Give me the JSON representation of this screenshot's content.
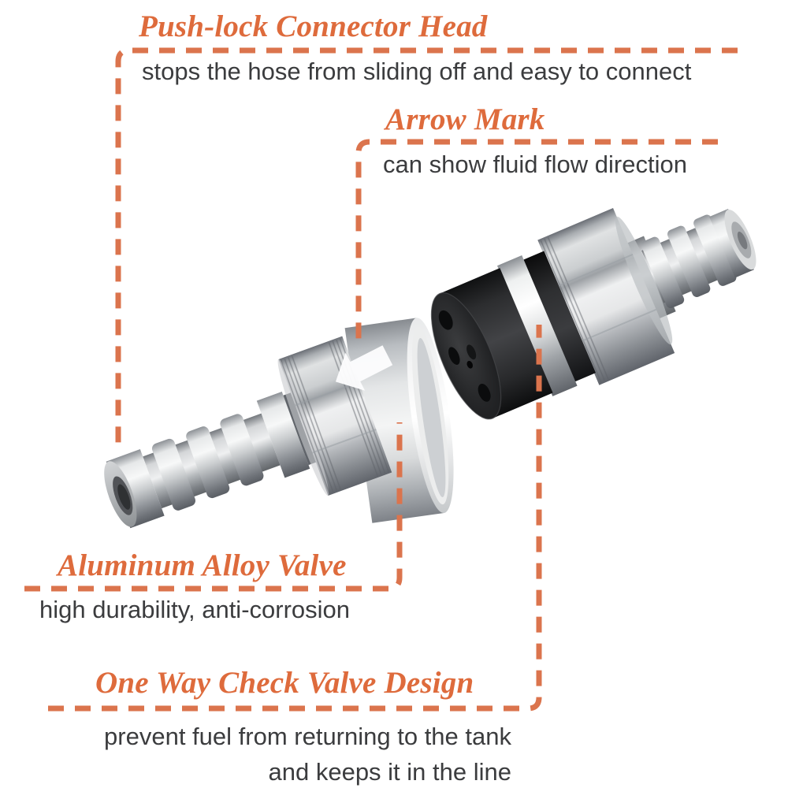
{
  "colors": {
    "accent": "#DE6B3C",
    "line": "#DB744D",
    "text": "#3B3C3E",
    "background": "#FFFFFF"
  },
  "callouts": {
    "push_lock": {
      "title": "Push-lock Connector Head",
      "description": "stops the hose from sliding off and easy to connect"
    },
    "arrow_mark": {
      "title": "Arrow Mark",
      "description": "can show fluid flow direction"
    },
    "aluminum_alloy": {
      "title": "Aluminum Alloy Valve",
      "description": "high durability, anti-corrosion"
    },
    "one_way": {
      "title": "One Way Check Valve Design",
      "description_line1": "prevent fuel from returning to the tank",
      "description_line2": "and keeps it in the line"
    }
  },
  "product": {
    "name": "aluminum one-way fuel check valve, shown as two separated parts",
    "flow_arrow_direction": "left"
  }
}
